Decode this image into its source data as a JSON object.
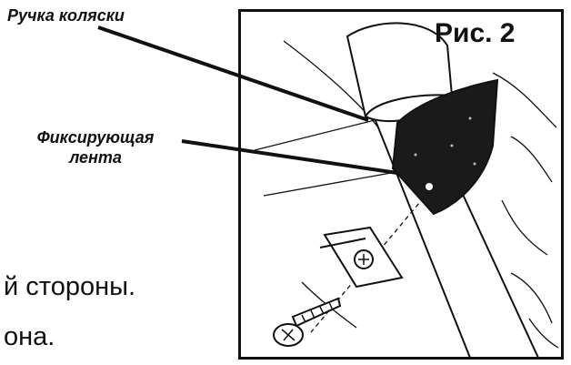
{
  "figure": {
    "title": "Рис. 2"
  },
  "callouts": {
    "handle": "Ручка коляски",
    "strap_line1": "Фиксирующая",
    "strap_line2": "лента"
  },
  "body_text": {
    "line1": "й стороны.",
    "line2": "она."
  },
  "colors": {
    "ink": "#111111",
    "background": "#ffffff"
  }
}
